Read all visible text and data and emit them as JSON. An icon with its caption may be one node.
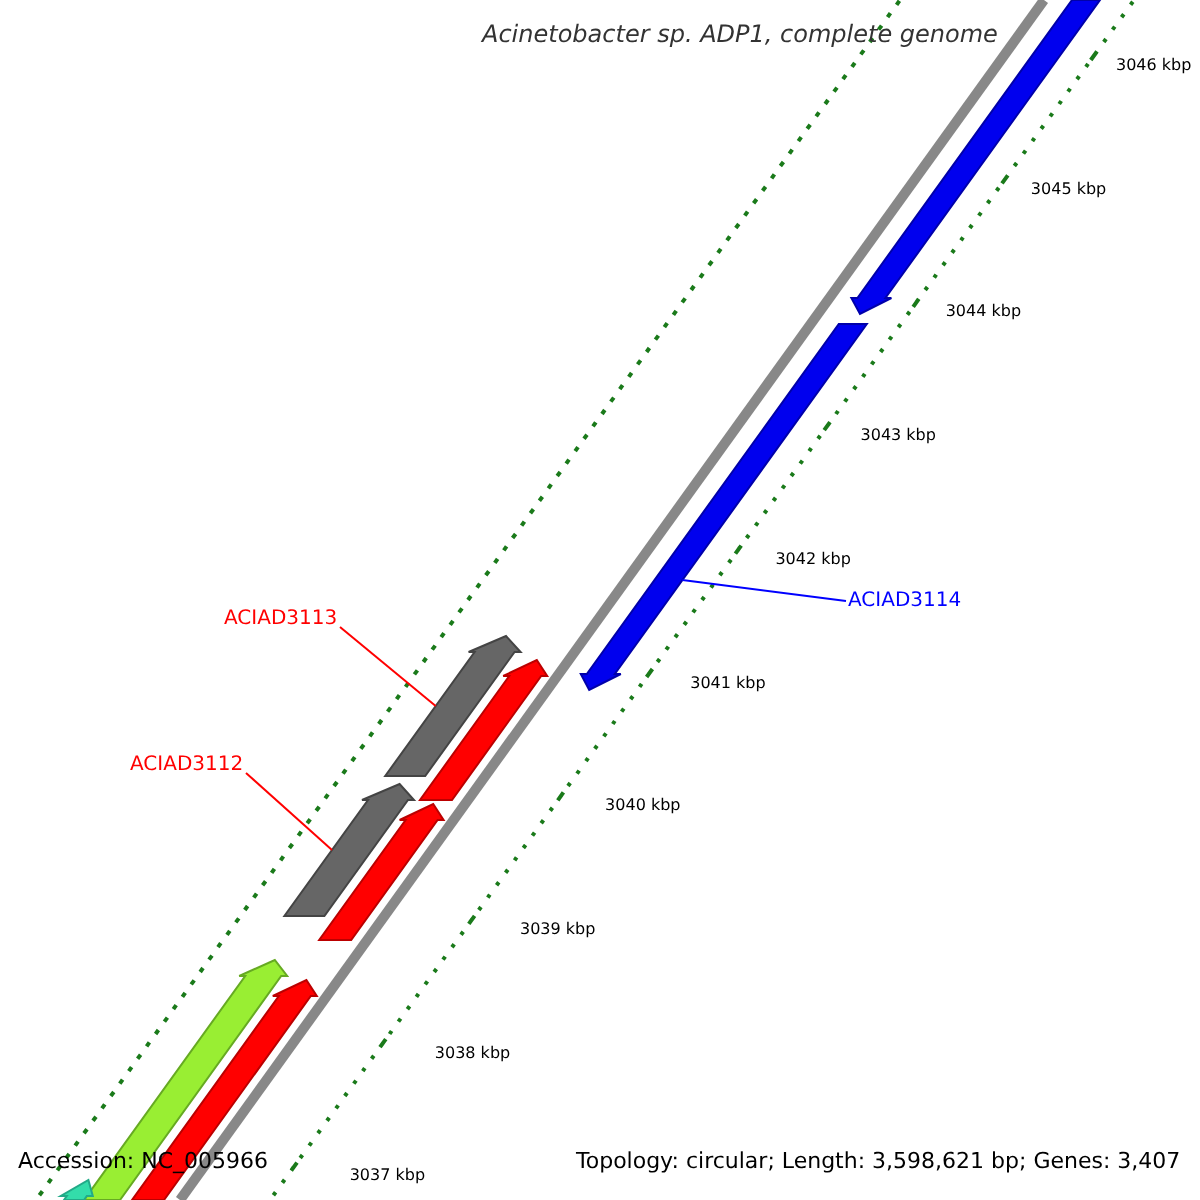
{
  "diagram": {
    "title": "Acinetobacter sp. ADP1, complete genome",
    "nodes": [
      {
        "text": [
          "ACIAD3113"
        ]
      },
      {
        "text": [
          "ACIAD3112"
        ]
      },
      {
        "text": [
          "ACIAD3114"
        ]
      },
      {
        "text": [],
        "shape": "bar"
      },
      {
        "text": [],
        "shape": "bar"
      },
      {
        "text": [],
        "shape": "bar"
      },
      {
        "text": [],
        "shape": "bar"
      },
      {
        "text": [],
        "shape": "bar"
      },
      {
        "text": [],
        "shape": "bar"
      },
      {
        "text": [],
        "shape": "bar"
      },
      {
        "text": [],
        "shape": "bar"
      },
      {
        "text": [],
        "shape": "bar"
      }
    ],
    "edges": [
      {
        "from": 0,
        "to": 3,
        "arrow": "none"
      },
      {
        "from": 1,
        "to": 4,
        "arrow": "none"
      },
      {
        "from": 2,
        "to": 5,
        "arrow": "none",
        "color": "#0000ff"
      }
    ],
    "labels": [
      "3046 kbp",
      "3045 kbp",
      "3044 kbp",
      "3043 kbp",
      "3042 kbp",
      "3041 kbp",
      "3040 kbp",
      "3039 kbp",
      "3038 kbp",
      "3037 kbp",
      "Accession: NC_005966",
      "Topology: circular; Length: 3,598,621 bp; Genes: 3,407"
    ]
  }
}
